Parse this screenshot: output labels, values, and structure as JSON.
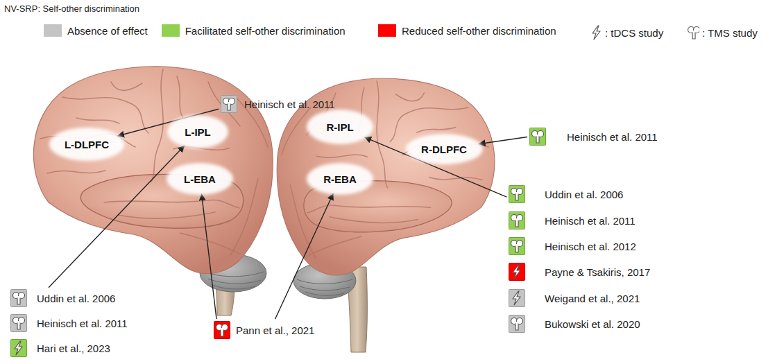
{
  "diagram": {
    "title": "NV-SRP: Self-other discrimination",
    "nodes": [
      {
        "text": [
          "Heinisch et al. 2011"
        ]
      },
      {
        "text": [
          "Heinisch et al. 2011"
        ]
      },
      {
        "text": [
          "L-DLPFC"
        ]
      },
      {
        "text": [
          "L-IPL"
        ]
      },
      {
        "text": [
          "R-IPL"
        ]
      },
      {
        "text": [
          "R-DLPFC"
        ]
      },
      {
        "text": [
          "L-EBA"
        ]
      },
      {
        "text": [
          "R-EBA"
        ]
      },
      {
        "text": [
          "Uddin et al. 2006"
        ]
      },
      {
        "text": [
          "Heinisch et al. 2011"
        ]
      },
      {
        "text": [
          "Heinisch et al. 2012"
        ]
      },
      {
        "text": [
          "Payne & Tsakiris, 2017"
        ]
      },
      {
        "text": [
          "Uddin et al. 2006"
        ]
      },
      {
        "text": [
          "Weigand et al., 2021"
        ]
      },
      {
        "text": [
          "Heinisch et al. 2011"
        ]
      },
      {
        "text": [
          "Pann et al., 2021"
        ]
      },
      {
        "text": [
          "Bukowski et al. 2020"
        ]
      },
      {
        "text": [
          "Hari et al., 2023"
        ]
      }
    ],
    "edges": [
      {
        "from": 0,
        "to": 2,
        "arrow": "to"
      },
      {
        "from": 1,
        "to": 5,
        "arrow": "to"
      },
      {
        "from": 8,
        "to": 4,
        "arrow": "to"
      },
      {
        "from": 12,
        "to": 3,
        "arrow": "to"
      },
      {
        "from": 15,
        "to": 6,
        "arrow": "to"
      },
      {
        "from": 15,
        "to": 7,
        "arrow": "to"
      }
    ],
    "legend": [
      {
        "text": "Absence of effect",
        "color": "#c4c4c4"
      },
      {
        "text": "Facilitated self-other discrimination",
        "color": "#92d050"
      },
      {
        "text": "Reduced self-other discrimination",
        "color": "#ff0000"
      },
      {
        "text": ": tDCS study"
      },
      {
        "text": ": TMS study"
      }
    ]
  }
}
